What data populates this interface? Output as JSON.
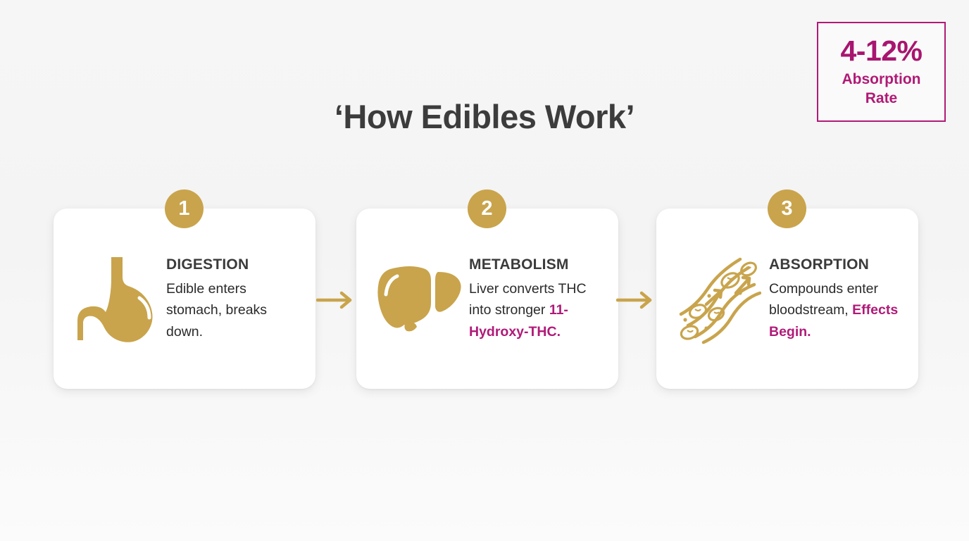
{
  "title": "‘How Edibles Work’",
  "badge": {
    "value": "4-12%",
    "label_line1": "Absorption",
    "label_line2": "Rate"
  },
  "colors": {
    "gold": "#c9a44c",
    "magenta": "#b01a76",
    "heading": "#3b3b3b",
    "background": "#f4f4f4"
  },
  "steps": [
    {
      "number": "1",
      "icon": "stomach-icon",
      "heading": "DIGESTION",
      "body_plain": "Edible enters stomach, breaks down.",
      "body_accent": ""
    },
    {
      "number": "2",
      "icon": "liver-icon",
      "heading": "METABOLISM",
      "body_plain": "Liver converts THC into stronger ",
      "body_accent": "11-Hydroxy-THC."
    },
    {
      "number": "3",
      "icon": "blood-vessel-icon",
      "heading": "ABSORPTION",
      "body_plain": "Compounds enter bloodstream, ",
      "body_accent": "Effects Begin."
    }
  ],
  "arrows": [
    {
      "name": "flow-arrow-1-to-2"
    },
    {
      "name": "flow-arrow-2-to-3"
    }
  ]
}
